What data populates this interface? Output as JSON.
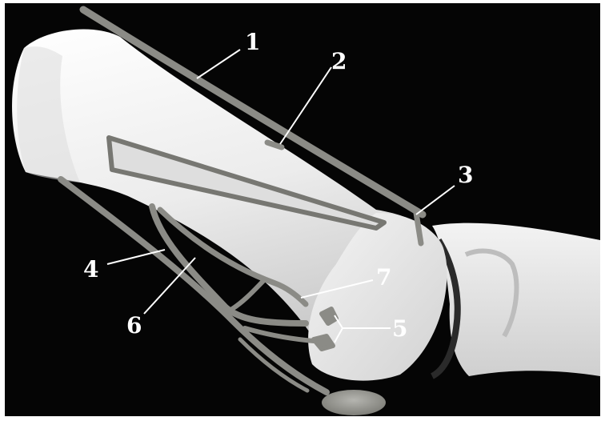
{
  "labels": {
    "l1": "1",
    "l2": "2",
    "l3": "3",
    "l4": "4",
    "l5": "5",
    "l6": "6",
    "l7": "7"
  },
  "colors": {
    "background": "#050505",
    "bone": "#e9e9e9",
    "vessel": "#8b8b86",
    "label": "#ffffff"
  }
}
